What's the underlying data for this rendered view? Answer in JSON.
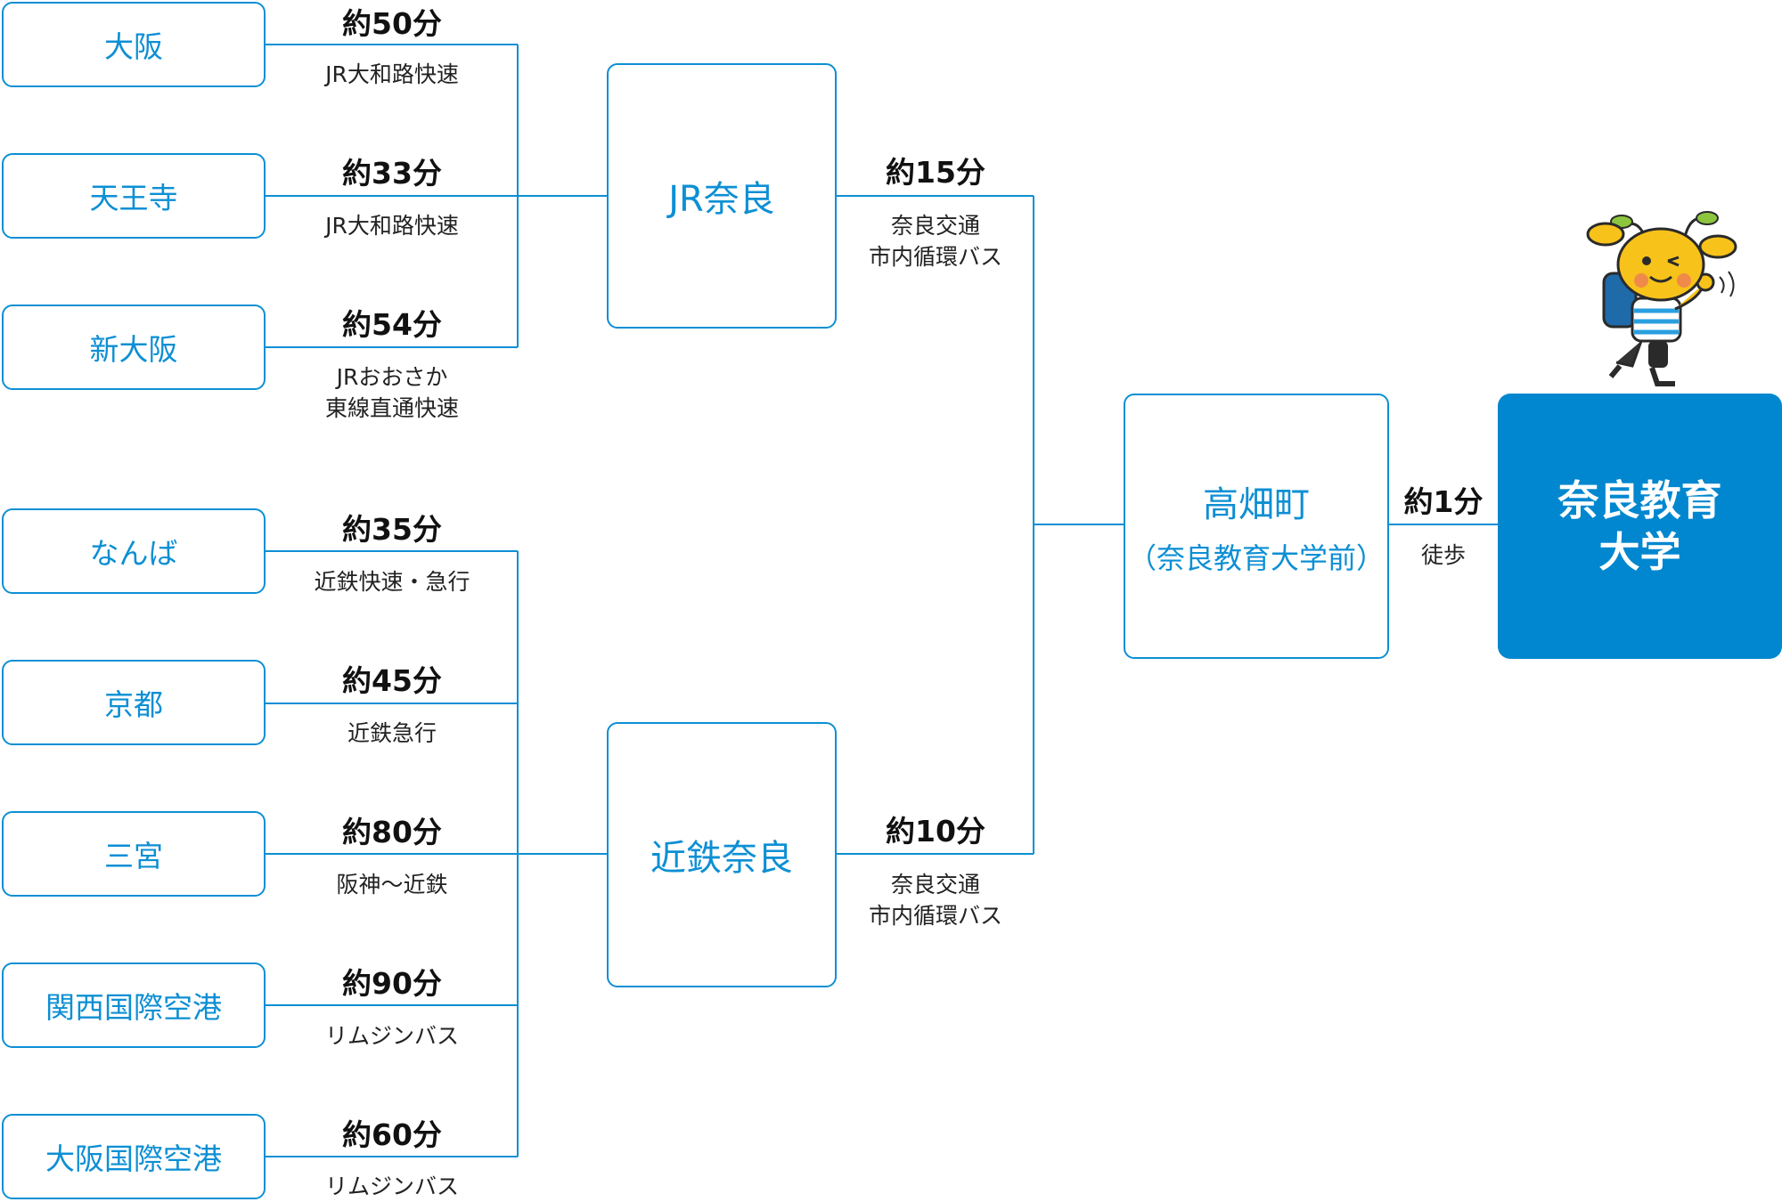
{
  "origins_jr": [
    {
      "name": "大阪",
      "time": "約50分",
      "route": "JR大和路快速"
    },
    {
      "name": "天王寺",
      "time": "約33分",
      "route": "JR大和路快速"
    },
    {
      "name": "新大阪",
      "time": "約54分",
      "route": "JRおおさか\n東線直通快速"
    }
  ],
  "origins_kintetsu": [
    {
      "name": "なんば",
      "time": "約35分",
      "route": "近鉄快速・急行"
    },
    {
      "name": "京都",
      "time": "約45分",
      "route": "近鉄急行"
    },
    {
      "name": "三宮",
      "time": "約80分",
      "route": "阪神〜近鉄"
    },
    {
      "name": "関西国際空港",
      "time": "約90分",
      "route": "リムジンバス"
    },
    {
      "name": "大阪国際空港",
      "time": "約60分",
      "route": "リムジンバス"
    }
  ],
  "hubs": {
    "jr": {
      "name": "JR奈良",
      "time": "約15分",
      "route": "奈良交通\n市内循環バス"
    },
    "kintetsu": {
      "name": "近鉄奈良",
      "time": "約10分",
      "route": "奈良交通\n市内循環バス"
    }
  },
  "stop": {
    "name": "高畑町",
    "sub": "（奈良教育大学前）",
    "time": "約1分",
    "route": "徒歩"
  },
  "destination": {
    "name": "奈良教育\n大学"
  },
  "colors": {
    "accent": "#0d8fd4",
    "destination_fill": "#0087cf",
    "line": "#0d8fd4"
  }
}
